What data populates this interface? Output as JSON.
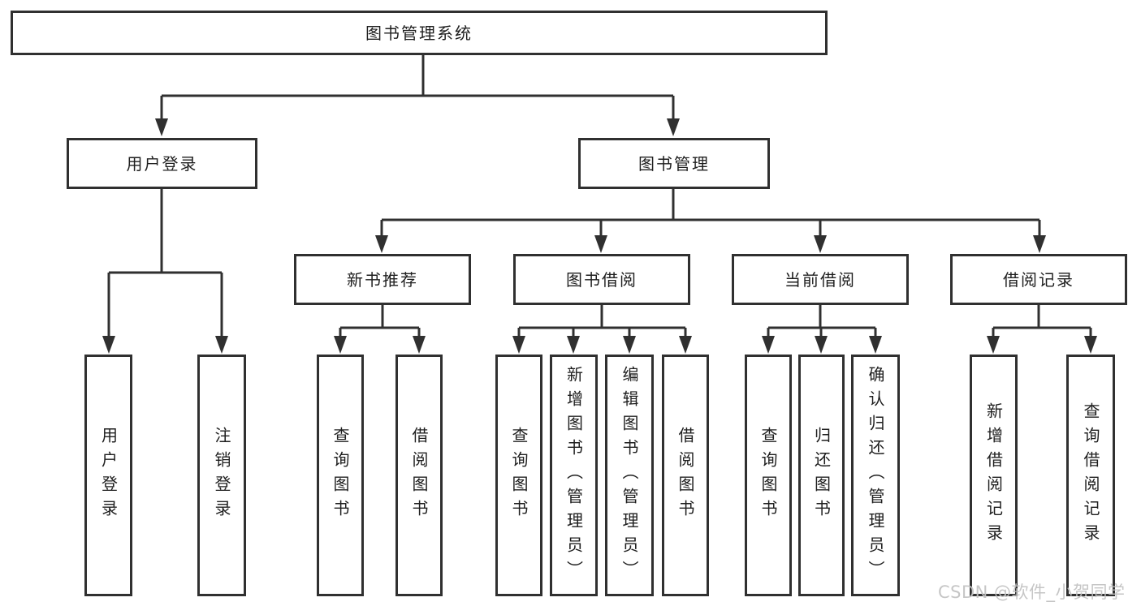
{
  "colors": {
    "line": "#303030",
    "text": "#1e1e1e",
    "background": "#ffffff",
    "watermark": "#c2c2c2"
  },
  "watermark": {
    "text": "CSDN @软件_小贺同学"
  },
  "diagram": {
    "root": {
      "label": "图书管理系统"
    },
    "level2": {
      "user_login": {
        "label": "用户登录"
      },
      "book_mgmt": {
        "label": "图书管理"
      }
    },
    "level3": {
      "new_books": {
        "label": "新书推荐"
      },
      "book_borrow": {
        "label": "图书借阅"
      },
      "current_borrow": {
        "label": "当前借阅"
      },
      "borrow_records": {
        "label": "借阅记录"
      }
    },
    "leaves": {
      "user_login_login": {
        "label": "用户登录"
      },
      "user_login_logout": {
        "label": "注销登录"
      },
      "new_books_query": {
        "label": "查询图书"
      },
      "new_books_borrow": {
        "label": "借阅图书"
      },
      "book_borrow_query": {
        "label": "查询图书"
      },
      "book_borrow_add": {
        "label": "新增图书（管理员）"
      },
      "book_borrow_edit": {
        "label": "编辑图书（管理员）"
      },
      "book_borrow_borrow": {
        "label": "借阅图书"
      },
      "current_query": {
        "label": "查询图书"
      },
      "current_return": {
        "label": "归还图书"
      },
      "current_confirm": {
        "label": "确认归还（管理员）"
      },
      "records_add": {
        "label": "新增借阅记录"
      },
      "records_query": {
        "label": "查询借阅记录"
      }
    }
  }
}
